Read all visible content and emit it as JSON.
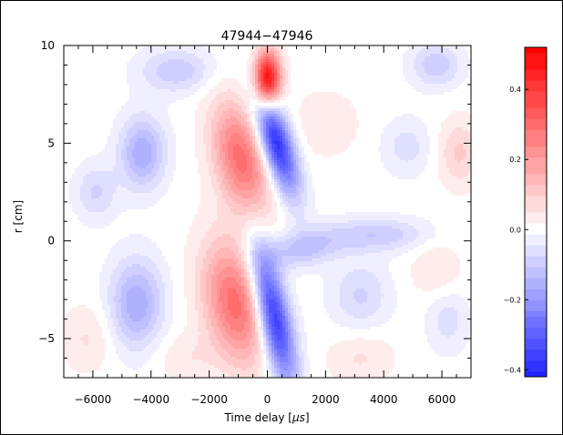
{
  "chart_data": {
    "type": "heatmap",
    "title": "47944−47946",
    "xlabel_prefix": "Time delay [",
    "xlabel_unit": "μs",
    "xlabel_suffix": "]",
    "ylabel": "r [cm]",
    "xlim": [
      -7000,
      7000
    ],
    "ylim": [
      -7,
      10
    ],
    "xticks": [
      -6000,
      -4000,
      -2000,
      0,
      2000,
      4000,
      6000
    ],
    "xtick_labels": [
      "−6000",
      "−4000",
      "−2000",
      "0",
      "2000",
      "4000",
      "6000"
    ],
    "yticks": [
      -5,
      0,
      5,
      10
    ],
    "ytick_labels": [
      "−5",
      "0",
      "5",
      "10"
    ],
    "colorbar": {
      "vmin": -0.42,
      "vmax": 0.52,
      "ticks": [
        -0.4,
        -0.2,
        0.0,
        0.2,
        0.4
      ],
      "tick_labels": [
        "−0.4",
        "−0.2",
        "0.0",
        "0.2",
        "0.4"
      ]
    },
    "features": [
      {
        "t": 0,
        "r": 8.3,
        "amp": 0.52,
        "st": 320,
        "sr": 1.0
      },
      {
        "t": 300,
        "r": 5.0,
        "amp": -0.42,
        "st": 400,
        "sr": 1.8,
        "tilt": -180
      },
      {
        "t": -900,
        "r": 4.2,
        "amp": 0.3,
        "st": 650,
        "sr": 2.0,
        "tilt": -120
      },
      {
        "t": 200,
        "r": -3.8,
        "amp": -0.42,
        "st": 400,
        "sr": 2.4,
        "tilt": -140
      },
      {
        "t": -1100,
        "r": -3.2,
        "amp": 0.3,
        "st": 750,
        "sr": 2.2,
        "tilt": -100
      },
      {
        "t": 1200,
        "r": -0.4,
        "amp": -0.12,
        "st": 900,
        "sr": 0.7,
        "tilt": 400
      },
      {
        "t": 3800,
        "r": 0.3,
        "amp": -0.1,
        "st": 1200,
        "sr": 0.6
      },
      {
        "t": -4300,
        "r": 4.5,
        "amp": -0.16,
        "st": 550,
        "sr": 1.3
      },
      {
        "t": -4500,
        "r": -3.2,
        "amp": -0.16,
        "st": 650,
        "sr": 1.6
      },
      {
        "t": -5900,
        "r": 2.5,
        "amp": -0.08,
        "st": 500,
        "sr": 1.0
      },
      {
        "t": -3100,
        "r": 8.7,
        "amp": -0.1,
        "st": 900,
        "sr": 0.8
      },
      {
        "t": 5800,
        "r": 9.0,
        "amp": -0.1,
        "st": 600,
        "sr": 0.8
      },
      {
        "t": 3200,
        "r": -2.8,
        "amp": -0.08,
        "st": 700,
        "sr": 1.2
      },
      {
        "t": 4800,
        "r": 4.8,
        "amp": -0.06,
        "st": 600,
        "sr": 1.0
      },
      {
        "t": 6200,
        "r": -4.0,
        "amp": -0.06,
        "st": 500,
        "sr": 1.2
      },
      {
        "t": 6600,
        "r": 4.5,
        "amp": 0.1,
        "st": 500,
        "sr": 1.2
      },
      {
        "t": -6200,
        "r": -5.0,
        "amp": 0.06,
        "st": 600,
        "sr": 1.2
      },
      {
        "t": 2000,
        "r": 6.0,
        "amp": 0.05,
        "st": 800,
        "sr": 1.2
      },
      {
        "t": 3200,
        "r": -6.0,
        "amp": 0.06,
        "st": 800,
        "sr": 0.9
      },
      {
        "t": 5800,
        "r": -1.5,
        "amp": 0.06,
        "st": 600,
        "sr": 1.0
      },
      {
        "t": -2800,
        "r": -6.0,
        "amp": 0.05,
        "st": 700,
        "sr": 0.9
      }
    ]
  },
  "colors": {
    "negative_end": "#1f24ff",
    "positive_end": "#ff0000",
    "neutral": "#ffffff"
  }
}
